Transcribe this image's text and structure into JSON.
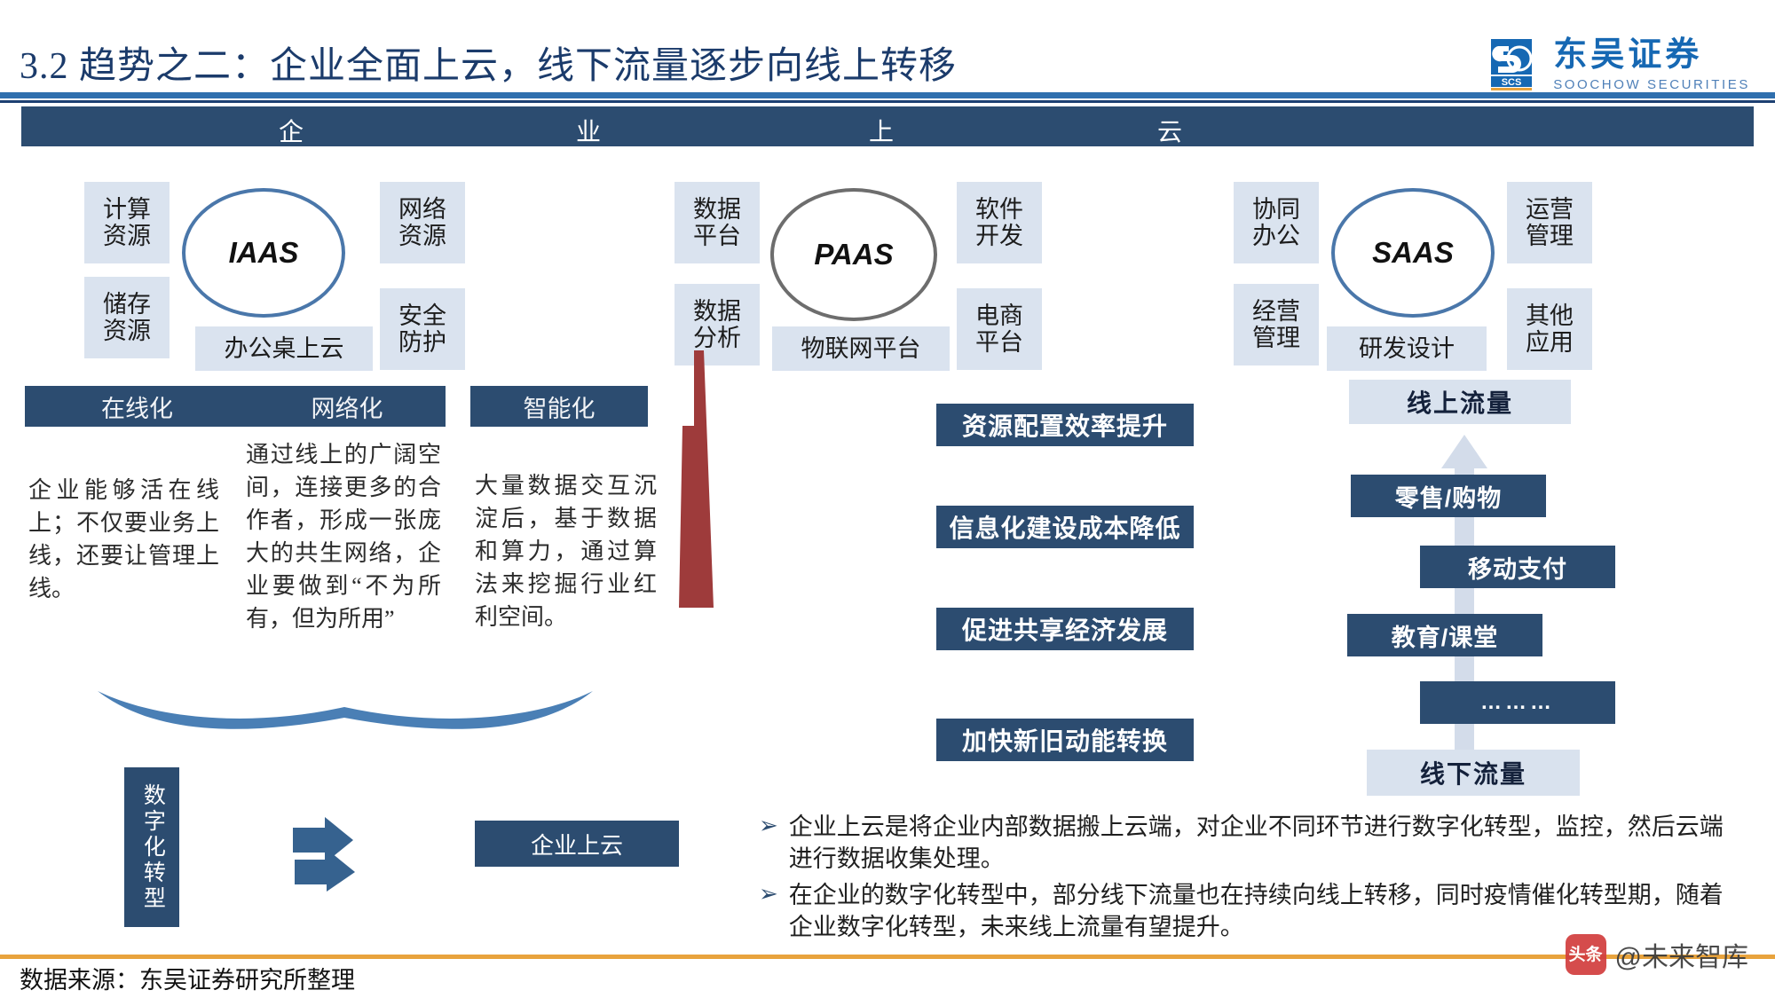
{
  "header": {
    "title": "3.2 趋势之二：企业全面上云，线下流量逐步向线上转移",
    "logo_cn": "东吴证券",
    "logo_en": "SOOCHOW SECURITIES",
    "logo_mark_text": "SCS"
  },
  "banner": {
    "chars": [
      "企",
      "业",
      "上",
      "云"
    ]
  },
  "iaas": {
    "circle": "IAAS",
    "left_top": "计算\n资源",
    "left_bottom": "储存\n资源",
    "right_top": "网络\n资源",
    "right_bottom": "安全\n防护",
    "bottom": "办公桌上云"
  },
  "paas": {
    "circle": "PAAS",
    "left_top": "数据\n平台",
    "left_bottom": "数据\n分析",
    "right_top": "软件\n开发",
    "right_bottom": "电商\n平台",
    "bottom": "物联网平台"
  },
  "saas": {
    "circle": "SAAS",
    "left_top": "协同\n办公",
    "left_bottom": "经营\n管理",
    "right_top": "运营\n管理",
    "right_bottom": "其他\n应用",
    "bottom": "研发设计"
  },
  "stages": [
    {
      "label": "在线化"
    },
    {
      "label": "网络化"
    },
    {
      "label": "智能化"
    }
  ],
  "paragraphs": [
    {
      "text": "企业能够活在线上；不仅要业务上线，还要让管理上线。"
    },
    {
      "text": "通过线上的广阔空间，连接更多的合作者，形成一张庞大的共生网络，企业要做到“不为所有，但为所用”"
    },
    {
      "text": "大量数据交互沉淀后，基于数据和算力，通过算法来挖掘行业红利空间。"
    }
  ],
  "benefits": [
    {
      "label": "资源配置效率提升"
    },
    {
      "label": "信息化建设成本降低"
    },
    {
      "label": "促进共享经济发展"
    },
    {
      "label": "加快新旧动能转换"
    }
  ],
  "traffic": {
    "top_label": "线上流量",
    "bottom_label": "线下流量",
    "rungs": [
      {
        "label": "零售/购物"
      },
      {
        "label": "移动支付"
      },
      {
        "label": "教育/课堂"
      },
      {
        "label": "………"
      }
    ]
  },
  "transform": {
    "vertical_label": "数字化转型",
    "target_label": "企业上云"
  },
  "bullets": [
    {
      "marker": "➢",
      "text": "企业上云是将企业内部数据搬上云端，对企业不同环节进行数字化转型，监控，然后云端进行数据收集处理。"
    },
    {
      "marker": "➢",
      "text": "在企业的数字化转型中，部分线下流量也在持续向线上转移，同时疫情催化转型期，随着企业数字化转型，未来线上流量有望提升。"
    }
  ],
  "footer": {
    "source": "数据来源：东吴证券研究所整理",
    "watermark": "@未来智库",
    "watermark_badge": "头条"
  },
  "colors": {
    "navy": "#2c4c70",
    "chip": "#dae3ef",
    "accent_blue": "#2f6fae",
    "red_arrow": "#9e3b3b",
    "orange_rule": "#e8a33d"
  }
}
